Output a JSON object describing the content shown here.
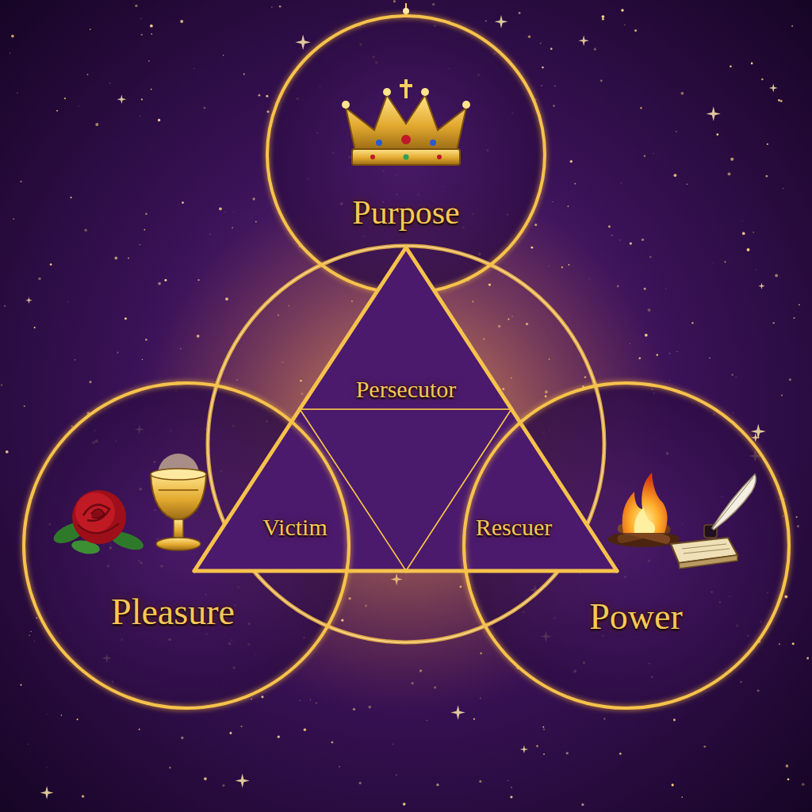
{
  "diagram": {
    "nodes": [
      {
        "text": [
          "Purpose"
        ]
      },
      {
        "text": [
          "Persecutor"
        ]
      },
      {
        "text": [
          "Victim"
        ]
      },
      {
        "text": [
          "Rescuer"
        ]
      },
      {
        "text": [
          "Pleasure"
        ]
      },
      {
        "text": [
          "Power"
        ]
      }
    ]
  }
}
